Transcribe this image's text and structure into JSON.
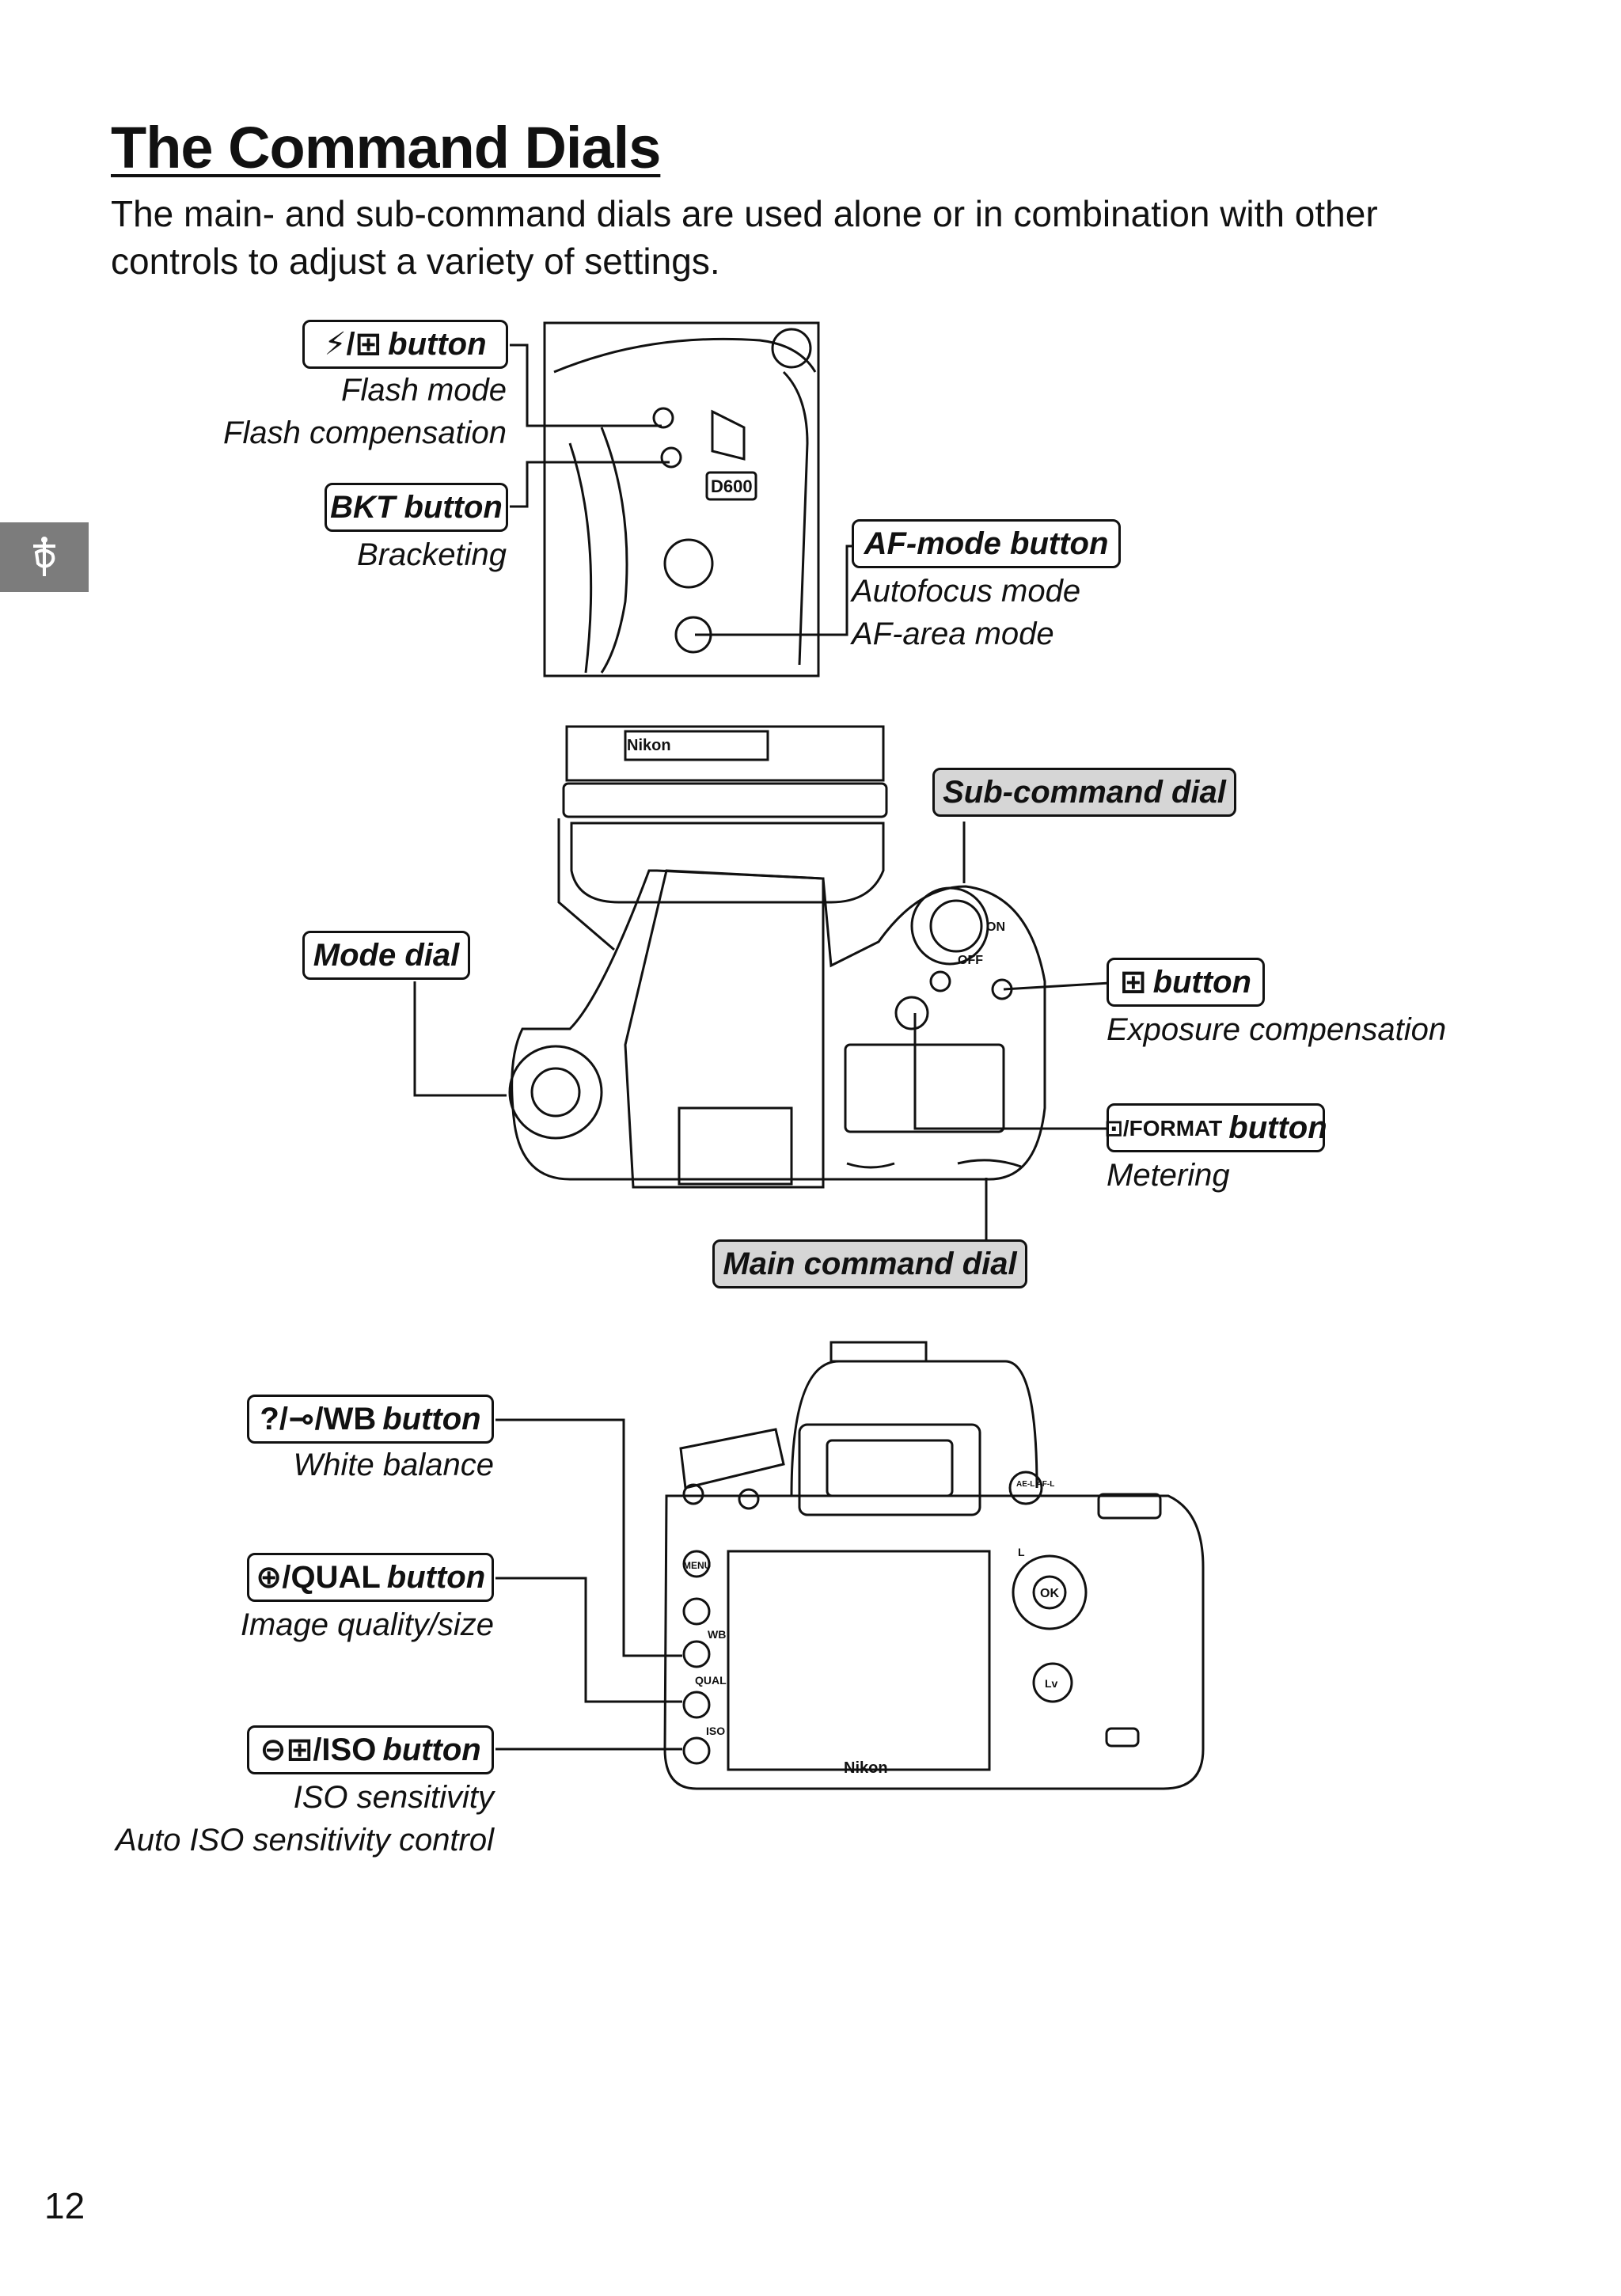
{
  "page": {
    "title": "The Command Dials",
    "intro": "The main- and sub-command dials are used alone or in combination with other controls to adjust a variety of settings.",
    "page_number": "12",
    "side_tab_icon": "setup-icon"
  },
  "callouts": {
    "flash": {
      "symbol": "⚡/⊞",
      "label": "button",
      "captions": [
        "Flash mode",
        "Flash compensation"
      ]
    },
    "bkt": {
      "label": "BKT button",
      "captions": [
        "Bracketing"
      ]
    },
    "af_mode": {
      "label": "AF-mode button",
      "captions": [
        "Autofocus mode",
        "AF-area mode"
      ]
    },
    "sub_command": {
      "label": "Sub-command dial"
    },
    "mode_dial": {
      "label": "Mode dial"
    },
    "exposure": {
      "symbol": "⊞",
      "label": "button",
      "captions": [
        "Exposure compensation"
      ]
    },
    "metering": {
      "symbol": "⊡/FORMAT",
      "label": "button",
      "captions": [
        "Metering"
      ]
    },
    "main_command": {
      "label": "Main command dial"
    },
    "wb": {
      "symbol": "?/⊸/WB",
      "label": "button",
      "captions": [
        "White balance"
      ]
    },
    "qual": {
      "symbol": "⊕/QUAL",
      "label": "button",
      "captions": [
        "Image quality/size"
      ]
    },
    "iso": {
      "symbol": "⊖⊞/ISO",
      "label": "button",
      "captions": [
        "ISO sensitivity",
        "Auto ISO sensitivity control"
      ]
    }
  },
  "camera_markings": {
    "brand": "Nikon",
    "model": "D600",
    "off": "OFF",
    "on": "ON",
    "menu": "MENU",
    "wb": "WB",
    "qual": "QUAL",
    "iso": "ISO",
    "ok": "OK",
    "ae_af_lock": "AE-L AF-L",
    "l_mark": "L",
    "lv": "Lv"
  }
}
